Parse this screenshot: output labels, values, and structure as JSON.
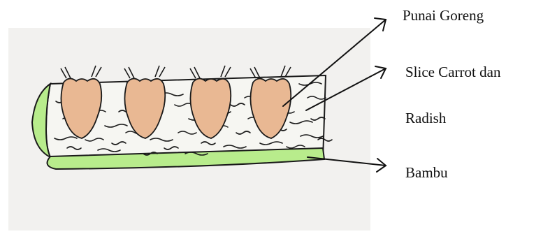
{
  "labels": {
    "punai": "Punai Goreng",
    "slice": "Slice Carrot dan",
    "radish": "Radish",
    "bambu": "Bambu"
  },
  "colors": {
    "paper": "#f2f1ef",
    "bamboo_green": "#b8ec8c",
    "bird_fill": "#e9b893",
    "ink": "#1a1a1a"
  },
  "bird_count": 4
}
